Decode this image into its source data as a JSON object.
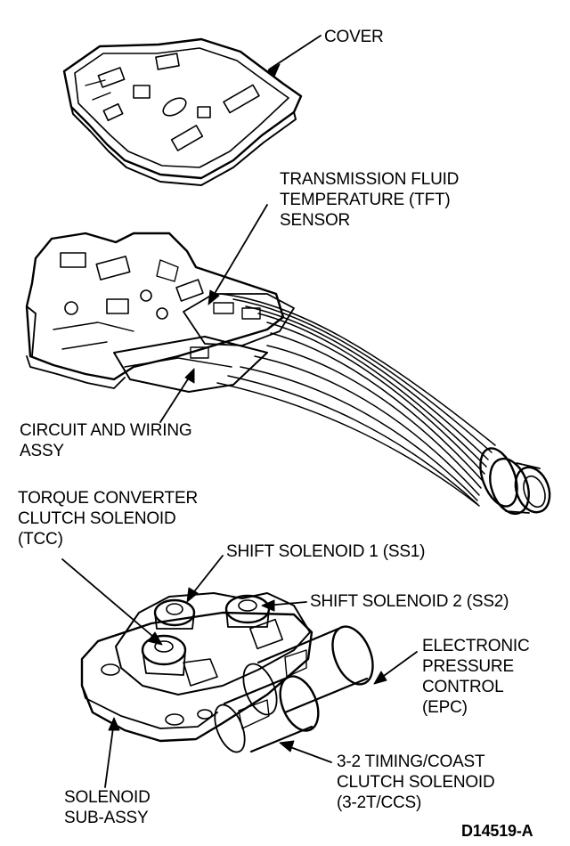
{
  "labels": {
    "cover": "COVER",
    "tft": [
      "TRANSMISSION FLUID",
      "TEMPERATURE (TFT)",
      "SENSOR"
    ],
    "circuit": [
      "CIRCUIT AND WIRING",
      "ASSY"
    ],
    "tcc": [
      "TORQUE CONVERTER",
      "CLUTCH SOLENOID",
      "(TCC)"
    ],
    "ss1": "SHIFT SOLENOID 1 (SS1)",
    "ss2": "SHIFT SOLENOID 2 (SS2)",
    "epc": [
      "ELECTRONIC",
      "PRESSURE",
      "CONTROL",
      "(EPC)"
    ],
    "timing": [
      "3-2 TIMING/COAST",
      "CLUTCH SOLENOID",
      "(3-2T/CCS)"
    ],
    "subassy": [
      "SOLENOID",
      "SUB-ASSY"
    ],
    "figure_id": "D14519-A"
  },
  "colors": {
    "ink": "#000000",
    "paper": "#ffffff"
  }
}
